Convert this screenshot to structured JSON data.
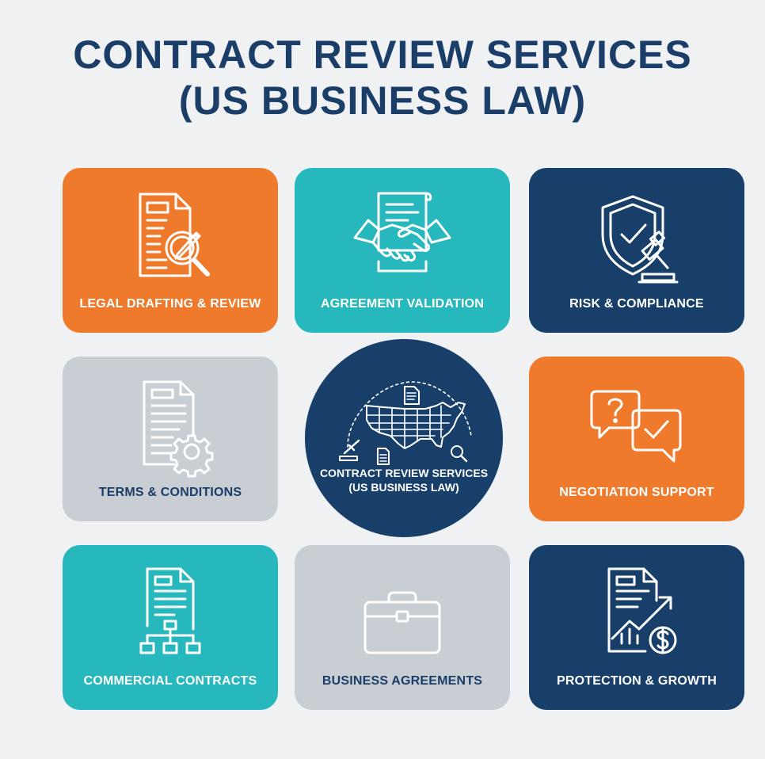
{
  "title": {
    "line1": "CONTRACT REVIEW SERVICES",
    "line2": "(US BUSINESS LAW)"
  },
  "colors": {
    "navy": "#173f69",
    "orange": "#ef7a2c",
    "teal": "#27b8bd",
    "grey": "#c9ced5",
    "background": "#eff1f3"
  },
  "tiles": [
    {
      "label": "LEGAL DRAFTING & REVIEW",
      "icon": "document-magnifier-pencil-icon",
      "color": "orange"
    },
    {
      "label": "AGREEMENT VALIDATION",
      "icon": "handshake-document-icon",
      "color": "teal"
    },
    {
      "label": "RISK & COMPLIANCE",
      "icon": "shield-gavel-icon",
      "color": "navy"
    },
    {
      "label": "TERMS & CONDITIONS",
      "icon": "document-gear-icon",
      "color": "grey"
    },
    {
      "label": "NEGOTIATION SUPPORT",
      "icon": "speech-bubbles-question-check-icon",
      "color": "orange"
    },
    {
      "label": "COMMERCIAL CONTRACTS",
      "icon": "document-flowchart-icon",
      "color": "teal"
    },
    {
      "label": "BUSINESS AGREEMENTS",
      "icon": "briefcase-icon",
      "color": "grey"
    },
    {
      "label": "PROTECTION & GROWTH",
      "icon": "document-growth-chart-dollar-icon",
      "color": "navy"
    }
  ],
  "center": {
    "line1": "CONTRACT REVIEW SERVICES",
    "line2": "(US BUSINESS LAW)",
    "icon": "us-map-documents-icon"
  }
}
